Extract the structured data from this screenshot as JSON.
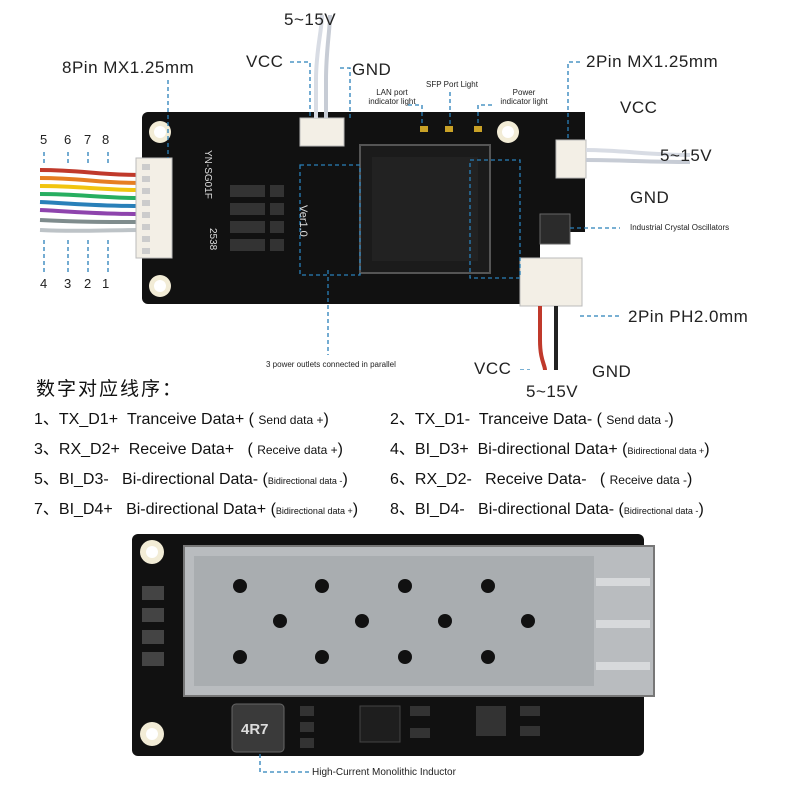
{
  "top_board": {
    "labels": {
      "power_in_top": "5~15V",
      "vcc_top": "VCC",
      "gnd_top": "GND",
      "pin8": "8Pin MX1.25mm",
      "lan_light": "LAN port\nindicator light",
      "sfp_light": "SFP Port Light",
      "power_light": "Power\nindicator light",
      "pin2_top": "2Pin MX1.25mm",
      "vcc_right": "VCC",
      "power_in_right": "5~15V",
      "gnd_right": "GND",
      "crystal": "Industrial Crystal Oscillators",
      "pin2_ph": "2Pin PH2.0mm",
      "parallel": "3 power outlets connected in parallel",
      "vcc_bottom": "VCC",
      "gnd_bottom": "GND",
      "power_in_bottom": "5~15V",
      "pin_top_nums": [
        "5",
        "6",
        "7",
        "8"
      ],
      "pin_bottom_nums": [
        "4",
        "3",
        "2",
        "1"
      ],
      "silk_model": "YN-SG01F",
      "silk_ver": "Ver1.0",
      "silk_code": "2538"
    },
    "wire_colors": [
      "#c0392b",
      "#e67e22",
      "#f1c40f",
      "#27ae60",
      "#2980b9",
      "#8e44ad",
      "#7f8c8d",
      "#ecf0f1"
    ]
  },
  "pin_table": {
    "heading": "数字对应线序：",
    "rows": [
      {
        "left": {
          "num": "1、",
          "sig": "TX_D1+",
          "desc": "Tranceive Data+",
          "note": "Send data +"
        },
        "right": {
          "num": "2、",
          "sig": "TX_D1-",
          "desc": "Tranceive Data-",
          "note": "Send data -"
        }
      },
      {
        "left": {
          "num": "3、",
          "sig": "RX_D2+",
          "desc": "Receive Data+",
          "note": "Receive data +"
        },
        "right": {
          "num": "4、",
          "sig": "BI_D3+",
          "desc": "Bi-directional Data+",
          "note": "Bidirectional data +"
        }
      },
      {
        "left": {
          "num": "5、",
          "sig": "BI_D3-",
          "desc": "Bi-directional Data-",
          "note": "Bidirectional data -"
        },
        "right": {
          "num": "6、",
          "sig": "RX_D2-",
          "desc": "Receive Data-",
          "note": "Receive data -"
        }
      },
      {
        "left": {
          "num": "7、",
          "sig": "BI_D4+",
          "desc": "Bi-directional Data+",
          "note": "Bidirectional data +"
        },
        "right": {
          "num": "8、",
          "sig": "BI_D4-",
          "desc": "Bi-directional Data-",
          "note": "Bidirectional data -"
        }
      }
    ]
  },
  "bottom_board": {
    "inductor_label": "4R7",
    "inductor_caption": "High-Current Monolithic Inductor"
  }
}
